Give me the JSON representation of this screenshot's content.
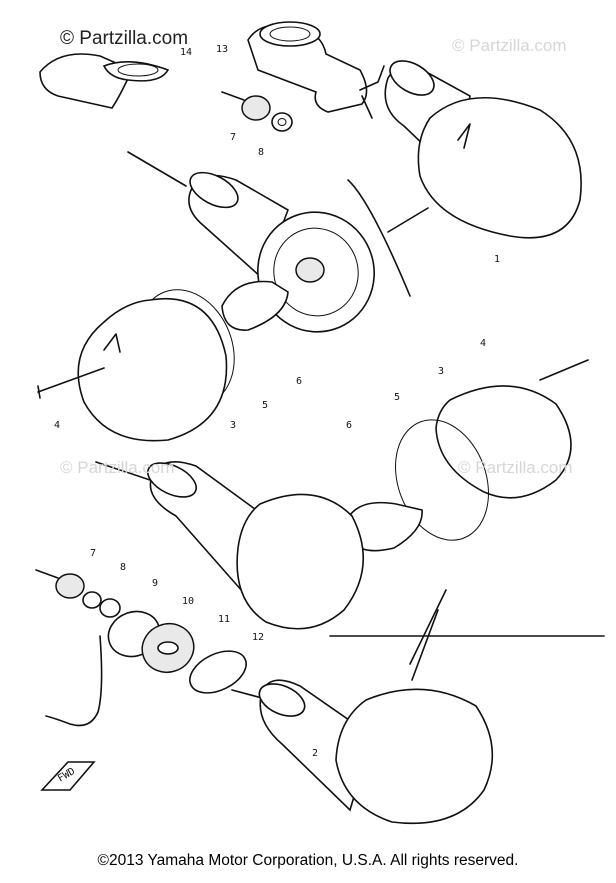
{
  "watermarks": {
    "main": "© Partzilla.com",
    "faint": [
      "© Partzilla.com",
      "© Partzilla.com",
      "© Partzilla.com"
    ]
  },
  "callouts": {
    "c1": "1",
    "c2": "2",
    "c3a": "3",
    "c3b": "3",
    "c4a": "4",
    "c4b": "4",
    "c5a": "5",
    "c5b": "5",
    "c6a": "6",
    "c6b": "6",
    "c7a": "7",
    "c7b": "7",
    "c8a": "8",
    "c8b": "8",
    "c9": "9",
    "c10": "10",
    "c11": "11",
    "c12": "12",
    "c13": "13",
    "c14": "14"
  },
  "direction_label": "FWD",
  "copyright": "©2013 Yamaha Motor Corporation, U.S.A. All rights reserved."
}
